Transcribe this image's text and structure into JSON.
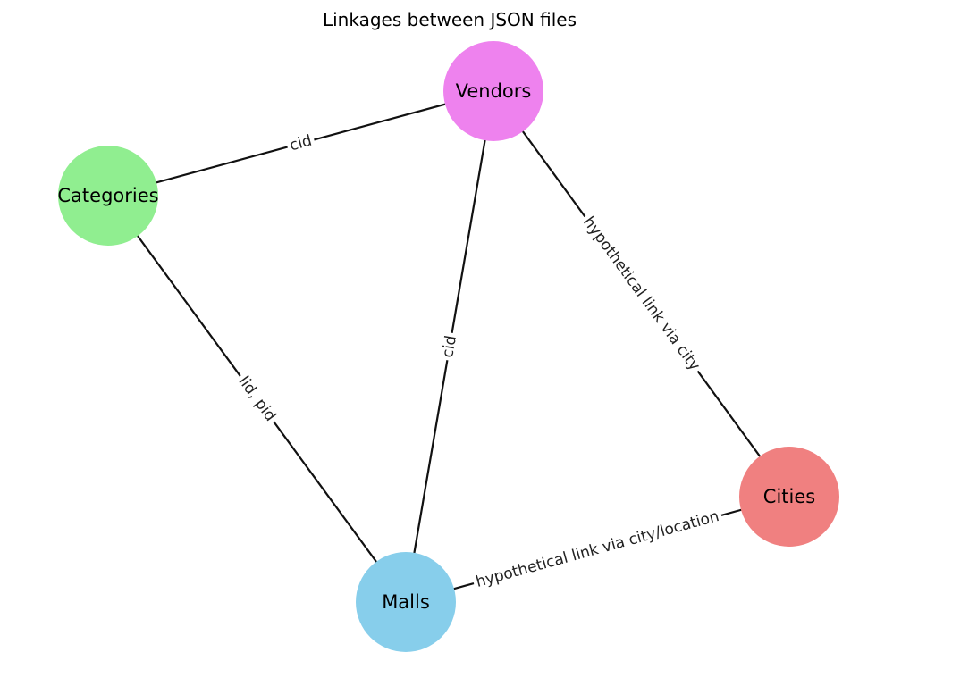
{
  "title": "Linkages between JSON files",
  "colors": {
    "edge": "#111111",
    "label_bg": "#ffffff"
  },
  "nodes": [
    {
      "id": "vendors",
      "label": "Vendors",
      "color": "#ee82ee"
    },
    {
      "id": "categories",
      "label": "Categories",
      "color": "#90ee90"
    },
    {
      "id": "malls",
      "label": "Malls",
      "color": "#87ceeb"
    },
    {
      "id": "cities",
      "label": "Cities",
      "color": "#f08080"
    }
  ],
  "edges": [
    {
      "id": "categories-vendors",
      "source": "categories",
      "target": "vendors",
      "label": "cid"
    },
    {
      "id": "categories-malls",
      "source": "categories",
      "target": "malls",
      "label": "lid, pid"
    },
    {
      "id": "vendors-malls",
      "source": "vendors",
      "target": "malls",
      "label": "cid"
    },
    {
      "id": "vendors-cities",
      "source": "vendors",
      "target": "cities",
      "label": "hypothetical link via city"
    },
    {
      "id": "malls-cities",
      "source": "malls",
      "target": "cities",
      "label": "hypothetical link via city/location"
    }
  ]
}
